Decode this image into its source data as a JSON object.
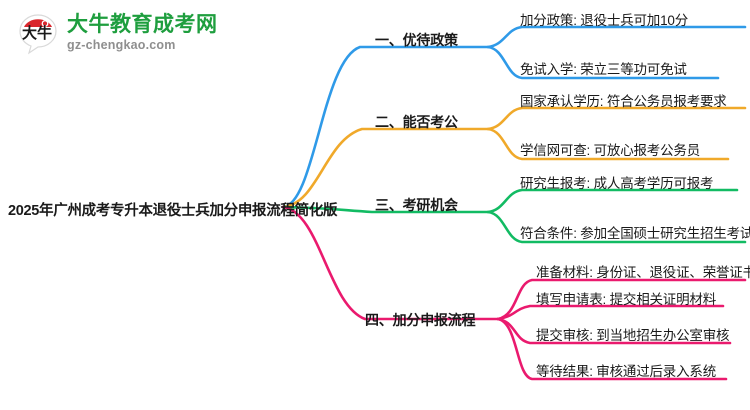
{
  "logo": {
    "mark_name": "daniu-speech-bubble-logo",
    "cn_name": "大牛教育成考网",
    "en_name": "gz-chengkao.com",
    "cn_color": "#1e9e3e",
    "en_color": "#8f8f8f",
    "bubble_top_color": "#d9262c",
    "bubble_body_color": "#ffffff"
  },
  "mindmap": {
    "root": "2025年广州成考专升本退役士兵加分申报流程简化版",
    "branches": [
      {
        "label": "一、优待政策",
        "color": "#2f9ae8",
        "children": [
          "加分政策: 退役士兵可加10分",
          "免试入学: 荣立三等功可免试"
        ]
      },
      {
        "label": "二、能否考公",
        "color": "#f0a92a",
        "children": [
          "国家承认学历: 符合公务员报考要求",
          "学信网可查: 可放心报考公务员"
        ]
      },
      {
        "label": "三、考研机会",
        "color": "#12bb63",
        "children": [
          "研究生报考: 成人高考学历可报考",
          "符合条件: 参加全国硕士研究生招生考试"
        ]
      },
      {
        "label": "四、加分申报流程",
        "color": "#ea1a6e",
        "children": [
          "准备材料: 身份证、退役证、荣誉证书",
          "填写申请表: 提交相关证明材料",
          "提交审核: 到当地招生办公室审核",
          "等待结果: 审核通过后录入系统"
        ]
      }
    ]
  }
}
